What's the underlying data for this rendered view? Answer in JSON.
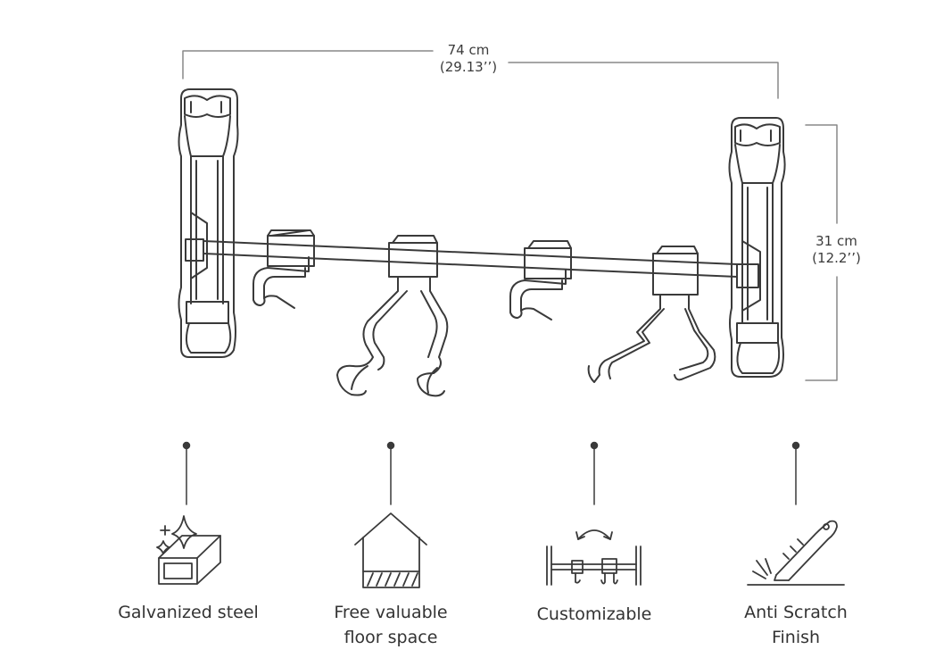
{
  "dimensions": {
    "width": {
      "metric": "74 cm",
      "imperial": "(29.13’’)"
    },
    "height": {
      "metric": "31 cm",
      "imperial": "(12.2’’)"
    }
  },
  "features": [
    {
      "icon": "galvanized-steel-icon",
      "line1": "Galvanized steel",
      "line2": ""
    },
    {
      "icon": "house-floor-icon",
      "line1": "Free valuable",
      "line2": "floor space"
    },
    {
      "icon": "customizable-rail-icon",
      "line1": "Customizable",
      "line2": ""
    },
    {
      "icon": "utility-knife-icon",
      "line1": "Anti Scratch",
      "line2": "Finish"
    }
  ],
  "colors": {
    "line": "#3a3a3a",
    "dimension_line": "#777777",
    "fill": "#ffffff"
  }
}
